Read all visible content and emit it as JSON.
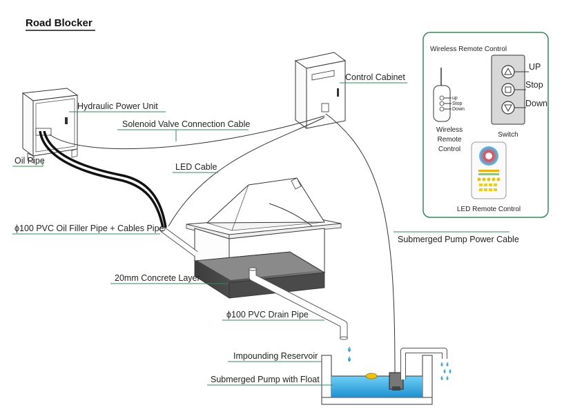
{
  "title": "Road Blocker",
  "labels": {
    "control_cabinet": "Control Cabinet",
    "hydraulic_power_unit": "Hydraulic Power Unit",
    "solenoid_cable": "Solenoid Valve Connection Cable",
    "oil_pipe": "Oil Pipe",
    "led_cable": "LED Cable",
    "filler_pipe": "ϕ100 PVC Oil Filler Pipe + Cables Pipe",
    "pump_power_cable": "Submerged Pump Power Cable",
    "concrete_layer": "20mm Concrete Layer",
    "drain_pipe": "ϕ100 PVC Drain Pipe",
    "reservoir": "Impounding Reservoir",
    "pump_float": "Submerged Pump with Float"
  },
  "remote_panel": {
    "title": "Wireless Remote Control",
    "fob_buttons": [
      "up",
      "Stop",
      "Down"
    ],
    "fob_caption": [
      "Wireless",
      "Remote",
      "Control"
    ],
    "switch_buttons": [
      "UP",
      "Stop",
      "Down"
    ],
    "switch_caption": "Switch",
    "led_caption": "LED Remote Control"
  },
  "colors": {
    "leader": "#2e8b57",
    "panel_border": "#2e8b57",
    "water": "#29a8e0",
    "concrete": "#555555",
    "float": "#f2c200"
  }
}
